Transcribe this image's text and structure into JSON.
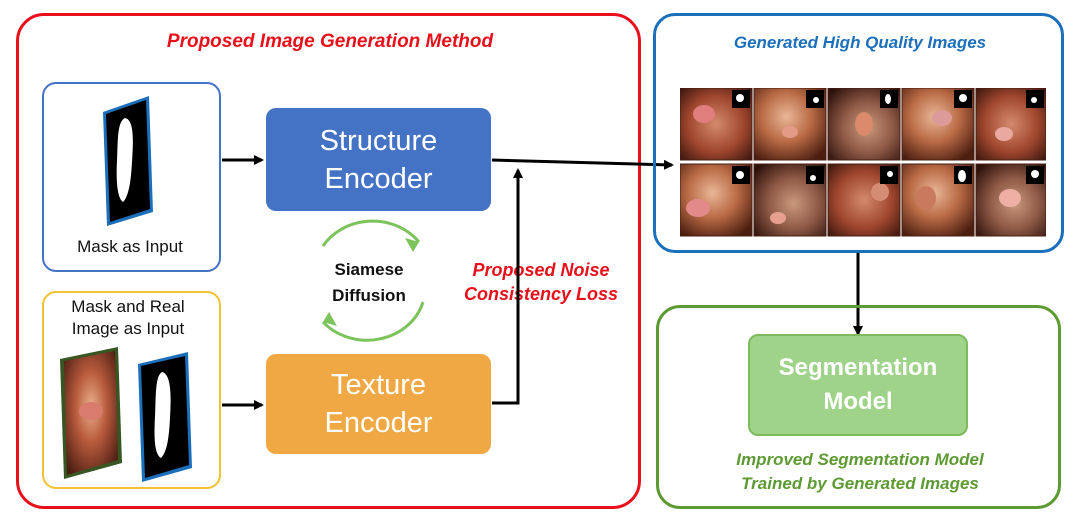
{
  "method_panel": {
    "title": "Proposed Image Generation Method",
    "mask_input_label": "Mask as Input",
    "mask_real_input_label": "Mask and Real Image as Input",
    "structure_encoder_label": "Structure\nEncoder",
    "texture_encoder_label": "Texture\nEncoder",
    "siamese_label": "Siamese\nDiffusion",
    "noise_loss_label": "Proposed Noise\nConsistency Loss"
  },
  "generated_panel": {
    "title": "Generated High Quality Images",
    "tile_count": 10
  },
  "segmentation_panel": {
    "model_label": "Segmentation\nModel",
    "caption": "Improved Segmentation Model\nTrained by Generated Images"
  },
  "colors": {
    "red": "#e8101a",
    "blue": "#1c6fba",
    "green": "#5e9a33",
    "structure_encoder": "#4472c4",
    "texture_encoder": "#f0a844",
    "segmentation_model": "#9fd38a",
    "siamese_cycle": "#7dc35b"
  }
}
